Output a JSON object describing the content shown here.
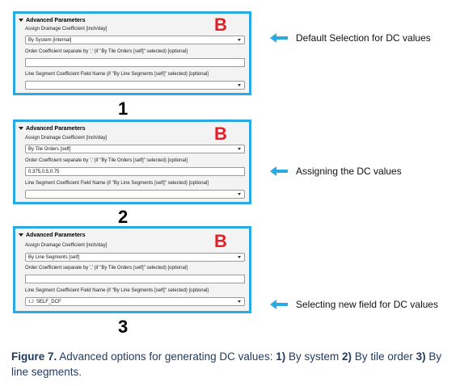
{
  "panels": [
    {
      "header": "Advanced Parameters",
      "badge": "B",
      "label_dc": "Assign Drainage Coefficient [inch/day]",
      "dc_value": "By System [internal]",
      "label_order": "Order Coefficient separate by ',' (if \"By Tile Orders [self]\" selected) [optional]",
      "order_value": "",
      "label_field": "Line Segment Coefficient Field Name (if \"By Line Segments [self]\" selected) [optional]",
      "field_value": "",
      "number": "1",
      "callout": "Default Selection for DC values"
    },
    {
      "header": "Advanced Parameters",
      "badge": "B",
      "label_dc": "Assign Drainage Coefficient [inch/day]",
      "dc_value": "By Tile Orders [self]",
      "label_order": "Order Coefficient separate by ',' (if \"By Tile Orders [self]\" selected) [optional]",
      "order_value": "0.375,0.5,0.75",
      "label_field": "Line Segment Coefficient Field Name (if \"By Line Segments [self]\" selected) [optional]",
      "field_value": "",
      "number": "2",
      "callout": "Assigning the DC values"
    },
    {
      "header": "Advanced Parameters",
      "badge": "B",
      "label_dc": "Assign Drainage Coefficient [inch/day]",
      "dc_value": "By Line Segments [self]",
      "label_order": "Order Coefficient separate by ',' (if \"By Tile Orders [self]\" selected) [optional]",
      "order_value": "",
      "label_field": "Line Segment Coefficient Field Name (if \"By Line Segments [self]\" selected) [optional]",
      "field_value": "SELF_DCF",
      "field_type_icon": "1.2",
      "number": "3",
      "callout": "Selecting new field for DC values"
    }
  ],
  "caption": {
    "figure": "Figure 7.",
    "intro": "Advanced options for generating DC values:",
    "n1": "1)",
    "t1": "By system",
    "n2": "2)",
    "t2": "By tile order",
    "n3": "3)",
    "t3": "By line segments."
  },
  "colors": {
    "panel_border": "#29abe2",
    "badge": "#e31e24",
    "arrow": "#29abe2",
    "caption": "#1e3a5f"
  }
}
